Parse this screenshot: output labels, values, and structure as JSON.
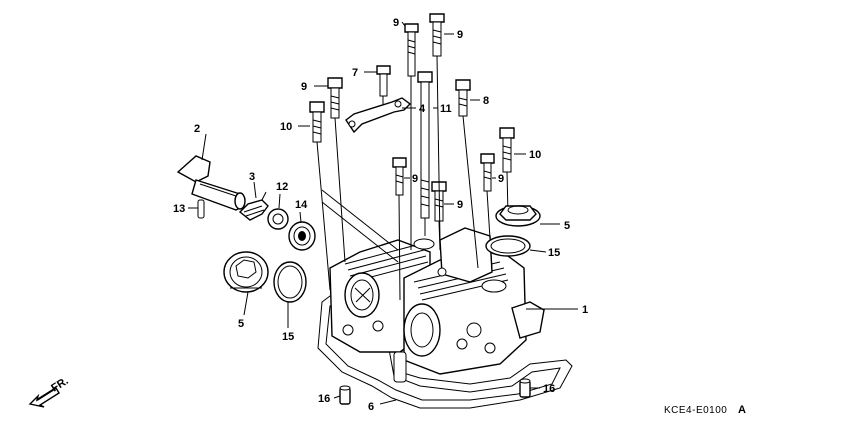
{
  "callouts": {
    "c1": "1",
    "c2": "2",
    "c3": "3",
    "c4": "4",
    "c5a": "5",
    "c5b": "5",
    "c6": "6",
    "c7": "7",
    "c8": "8",
    "c9a": "9",
    "c9b": "9",
    "c9c": "9",
    "c9d": "9",
    "c9e": "9",
    "c9f": "9",
    "c10a": "10",
    "c10b": "10",
    "c11": "11",
    "c12": "12",
    "c13": "13",
    "c14": "14",
    "c15a": "15",
    "c15b": "15",
    "c16a": "16",
    "c16b": "16"
  },
  "front_indicator": "FR.",
  "diagram_code": "KCE4-E0100",
  "diagram_code_suffix": "A"
}
